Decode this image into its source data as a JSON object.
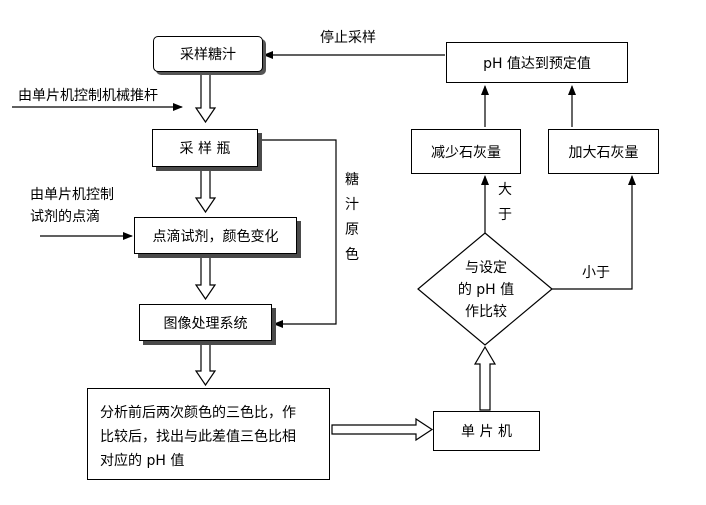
{
  "nodes": {
    "sample_juice": "采样糖汁",
    "sample_bottle": "采 样 瓶",
    "titration": "点滴试剂，颜色变化",
    "image_system": "图像处理系统",
    "analysis": [
      "分析前后两次颜色的三色比，作",
      "比较后，找出与此差值三色比相",
      "对应的 pH 值"
    ],
    "mcu": "单 片 机",
    "compare": [
      "与设定",
      "的 pH 值",
      "作比较"
    ],
    "reduce_lime": "减少石灰量",
    "increase_lime": "加大石灰量",
    "ph_reached": "pH 值达到预定值"
  },
  "edge_labels": {
    "stop_sampling": "停止采样",
    "mcu_push_rod": "由单片机控制机械推杆",
    "mcu_drip": [
      "由单片机控制",
      "试剂的点滴"
    ],
    "juice_original_color": [
      "糖",
      "汁",
      "原",
      "色"
    ],
    "greater": [
      "大",
      "于"
    ],
    "less": "小于"
  }
}
